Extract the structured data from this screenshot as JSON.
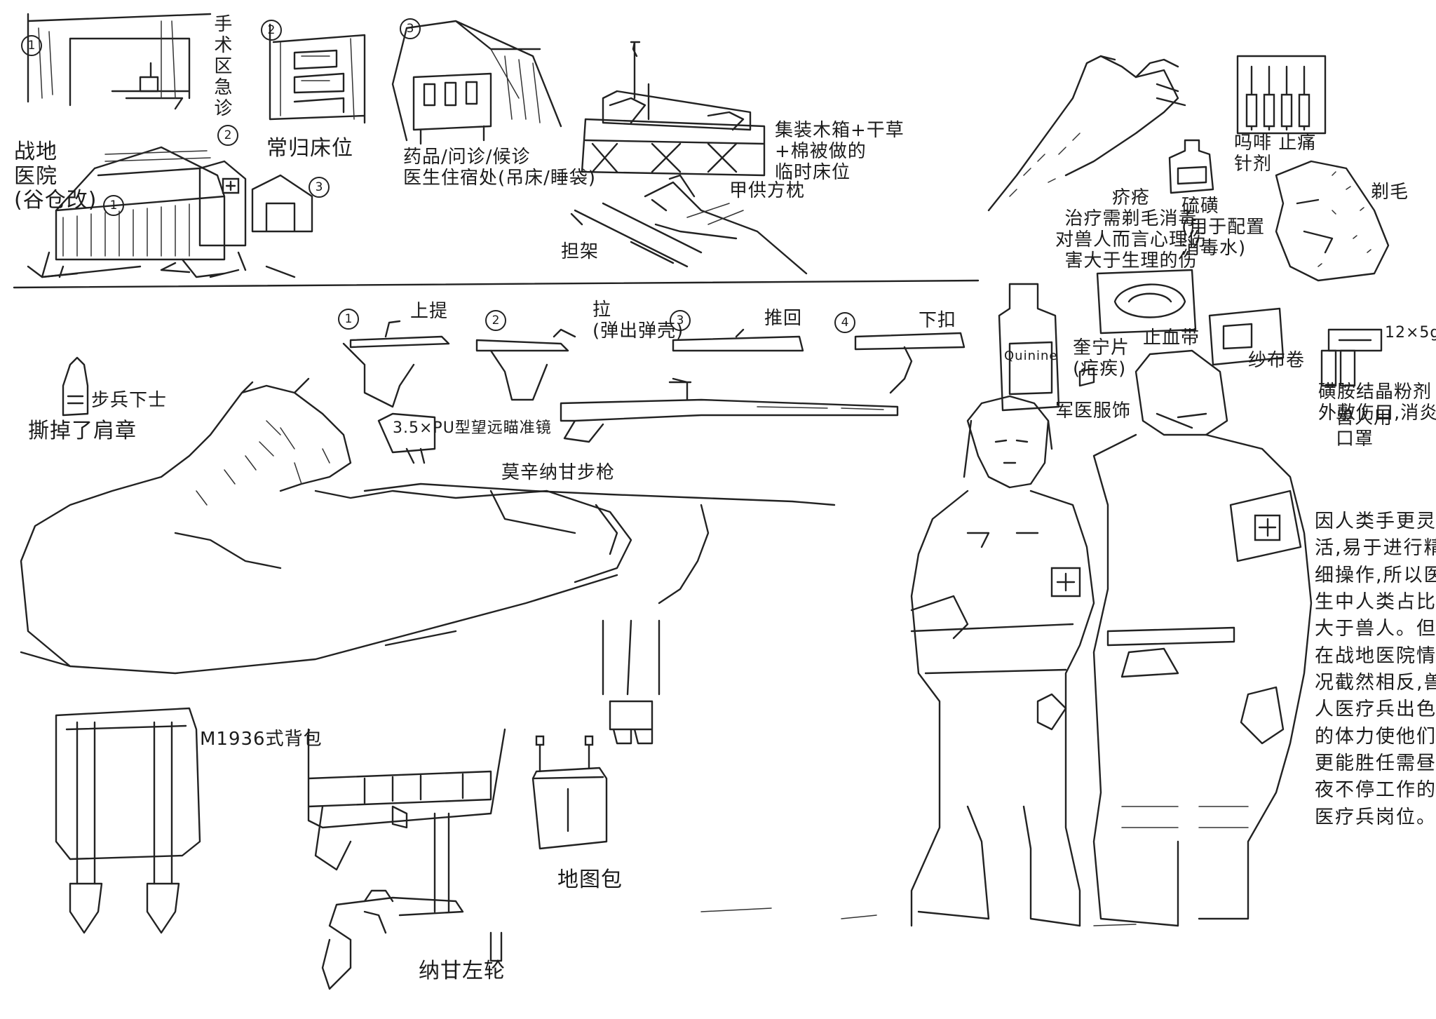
{
  "labels": {
    "surgery_area": "手术区急诊",
    "field_hospital": "战地\n医院\n(谷仓改)",
    "regular_beds": "常归床位",
    "pharmacy": "药品/问诊/候诊\n医生住宿处(吊床/睡袋)",
    "temp_bed": "集装木箱+干草\n+棉被做的\n临时床位",
    "pillow": "甲供方枕",
    "stretcher": "担架",
    "morphine": "吗啡 止痛\n针剂",
    "shave": "剃毛",
    "sulfur": "硫磺\n(用于配置\n消毒水)",
    "scabies": "疥疮\n治疗需剃毛消毒\n对兽人而言心理伤\n害大于生理的伤",
    "step1": "上提",
    "step2": "拉\n(弹出弹壳)",
    "step3": "推回",
    "step4": "下扣",
    "rank": "步兵下士",
    "tear_off": "撕掉了肩章",
    "scope": "3.5×PU型望远瞄准镜",
    "rifle": "莫辛纳甘步枪",
    "quinine_bottle": "Quinine",
    "quinine": "奎宁片\n(疟疾)",
    "tourniquet": "止血带",
    "bandage": "纱布卷",
    "size": "12×5g",
    "sulfa": "磺胺结晶粉剂\n外敷伤口,消炎杀菌",
    "medic_uniform": "军医服饰",
    "beast_mask": "兽人用\n口罩",
    "note": "因人类手更灵活,易于进行精细操作,所以医生中人类占比大于兽人。但在战地医院情况截然相反,兽人医疗兵出色的体力使他们更能胜任需昼夜不停工作的医疗兵岗位。",
    "backpack": "M1936式背包",
    "map_bag": "地图包",
    "revolver": "纳甘左轮"
  },
  "numbers": [
    "1",
    "2",
    "3",
    "1",
    "2",
    "3",
    "1",
    "2",
    "3",
    "4"
  ]
}
